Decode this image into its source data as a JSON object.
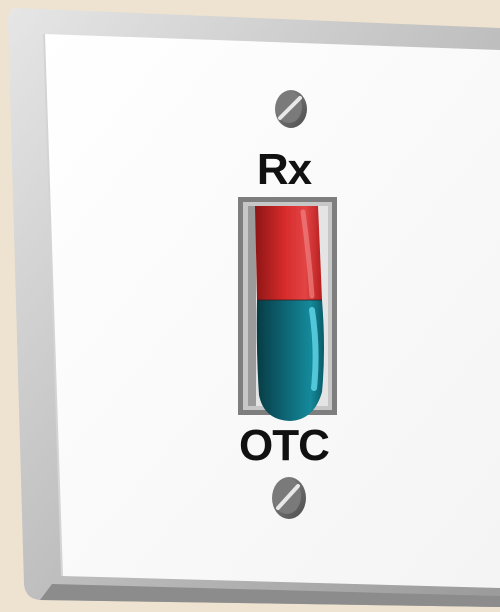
{
  "switch": {
    "top_label": "Rx",
    "bottom_label": "OTC",
    "position": "off"
  },
  "colors": {
    "background": "#eee3d0",
    "plate": "#ffffff",
    "capsule_top": "#d42a2a",
    "capsule_bottom": "#0f6f7e",
    "text": "#111111"
  }
}
